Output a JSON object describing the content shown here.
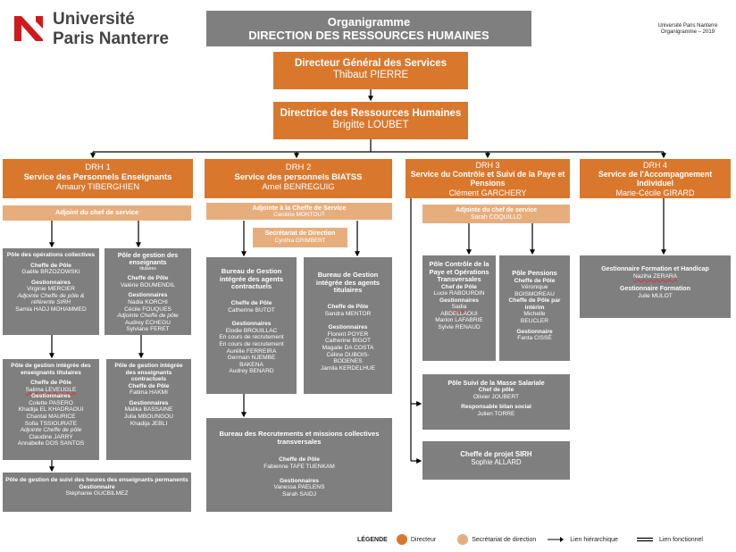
{
  "logo": {
    "line1": "Université",
    "line2": "Paris Nanterre",
    "mark_color": "#d0191b"
  },
  "header": {
    "title1": "Organigramme",
    "title2": "DIRECTION DES RESSOURCES HUMAINES"
  },
  "corner": {
    "line1": "Université Paris Nanterre",
    "line2": "Organigramme – 2019"
  },
  "dgs": {
    "title": "Directeur Général des Services",
    "name": "Thibaut PIERRE"
  },
  "drh": {
    "title": "Directrice des Ressources Humaines",
    "name": "Brigitte LOUBET"
  },
  "drh1": {
    "head": {
      "code": "DRH 1",
      "service": "Service des Personnels Enseignants",
      "name": "Amaury TIBERGHIEN"
    },
    "adjoint": "Adjoint du chef de service",
    "pole_ops": {
      "title": "Pôle des opérations collectives",
      "chef_label": "Cheffe de Pôle",
      "chef": "Gaëlle BRZOZOWSKI",
      "gest_label": "Gestionnaires",
      "g1": "Virginie MERCIER",
      "adj": "Adjointe Cheffe de pôle & référente SIRH",
      "g2": "Samia HADJ MOHAMMED"
    },
    "pole_gestion": {
      "title": "Pôle de gestion des enseignants",
      "sub": "titulaires",
      "chef_label": "Cheffe de Pôle",
      "chef": "Valérie BOUMENDIL",
      "gest_label": "Gestionnaires",
      "g1": "Nadia KORCHI",
      "g2": "Cécile FOUQUES",
      "adj": "Adjointe Cheffe de pôle",
      "g3": "Audrey ECHEGU",
      "g4": "Sylviane FERET"
    },
    "pole_integre": {
      "title": "Pôle de gestion intégrée des enseignants titulaires",
      "chef_label": "Cheffe de Pôle",
      "chef": "Salima LEVEUGLE",
      "gest_label": "Gestionnaires",
      "g1": "Colette PASERO",
      "g2": "Khadija EL KHADRAOUI",
      "g3": "Chantal MAURICE",
      "g4": "Sofia TSSIOURATE",
      "adj": "Adjointe Cheffe de pôle",
      "g5": "Claudine JARRY",
      "g6": "Annabelle DOS SANTOS"
    },
    "pole_contractuels": {
      "title": "Pôle de gestion intégrée des enseignants contractuels",
      "chef_label": "Cheffe de Pôle",
      "chef": "Fatima HAKMI",
      "gest_label": "Gestionnaires",
      "g1": "Malika BASSAINE",
      "g2": "Julia MBOUNGOU",
      "g3": "Khadija JEBLI"
    },
    "pole_suivi": {
      "title": "Pôle de gestion de suivi des heures des enseignants permanents",
      "gest_label": "Gestionnaire",
      "g1": "Stéphanie GUCBILMEZ"
    }
  },
  "drh2": {
    "head": {
      "code": "DRH 2",
      "service": "Service des personnels BIATSS",
      "name": "Amel BENREGUIG"
    },
    "adjointe": {
      "title": "Adjointe à la Cheffe de Service",
      "name": "Caroline MONTOUT"
    },
    "secretariat": {
      "title": "Secrétariat de Direction",
      "name": "Cynthia GRIMBERT"
    },
    "bureau_contractuels": {
      "title": "Bureau de Gestion intégrée des agents contractuels",
      "chef_label": "Cheffe de Pôle",
      "chef": "Catherine BUTOT",
      "gest_label": "Gestionnaires",
      "g1": "Elodie BROUILLAC",
      "g2": "En cours de recrutement",
      "g3": "En cours de recrutement",
      "g4": "Aurélie FERREIRA",
      "g5": "Germain NJEMBE",
      "g6": "BAKENA",
      "g7": "Audrey BENARD"
    },
    "bureau_titulaires": {
      "title": "Bureau de Gestion intégrée des agents titulaires",
      "chef_label": "Cheffe de Pôle",
      "chef": "Sandra MENTOR",
      "gest_label": "Gestionnaires",
      "g1": "Florent POYER",
      "g2": "Catherine BIGOT",
      "g3": "Magalie DA COSTA",
      "g4": "Céline DUBOIS-",
      "g5": "BODENES",
      "g6": "Jamila KERDELHUE"
    },
    "bureau_recrutements": {
      "title": "Bureau des Recrutements et missions collectives transversales",
      "chef_label": "Cheffe de Pôle",
      "chef": "Fabienne TAFE TUENKAM",
      "gest_label": "Gestionnaires",
      "g1": "Vanessa PAELENS",
      "g2": "Sarah SAIDJ"
    }
  },
  "drh3": {
    "head": {
      "code": "DRH 3",
      "service": "Service du Contrôle et Suivi de la Paye et Pensions",
      "name": "Clément GARCHERY"
    },
    "adjointe": {
      "title": "Adjointe du chef de service",
      "name": "Sarah COQUILLO"
    },
    "pole_controle": {
      "title": "Pôle Contrôle de la Paye et Opérations Transversales",
      "chef_label": "Chef de Pôle",
      "chef": "Lucie RABOURDIN",
      "gest_label": "Gestionnaires",
      "g1": "Sadia",
      "g2": "ABDELLAOUI",
      "g3": "Marion LAFABRIE",
      "g4": "Sylvie RENAUD"
    },
    "pole_pensions": {
      "title": "Pôle Pensions",
      "chef_label": "Cheffe de Pôle",
      "chef1": "Véronique",
      "chef2": "BOISMOREAU",
      "interim_label": "Cheffe de Pôle par intérim",
      "interim": "Michelle",
      "interim2": "BEUCLER",
      "gest_label": "Gestionnaire",
      "g1": "Fanta CISSÉ"
    },
    "pole_masse": {
      "title": "Pôle Suivi de la Masse Salariale",
      "chef_label": "Chef de pôle",
      "chef": "Olivier JOUBERT",
      "resp_label": "Responsable bilan social",
      "resp": "Julien TORRE"
    },
    "projet_sirh": {
      "title": "Cheffe de projet SIRH",
      "name": "Sophie ALLARD"
    }
  },
  "drh4": {
    "head": {
      "code": "DRH 4",
      "service": "Service de l'Accompagnement Individuel",
      "name": "Marie-Cécile GIRARD"
    },
    "pole": {
      "label1": "Gestionnaire Formation et Handicap",
      "name1": "Naziha ZERARA",
      "label2": "Gestionnaire Formation",
      "name2": "Julie MULOT"
    }
  },
  "legend": {
    "title": "LÉGENDE",
    "directeur": "Directeur",
    "secretariat": "Secrétariat de direction",
    "hierarchique": "Lien hiérarchique",
    "fonctionnel": "Lien fonctionnel",
    "color_directeur": "#d9782d",
    "color_secretariat": "#e7ae7d"
  }
}
